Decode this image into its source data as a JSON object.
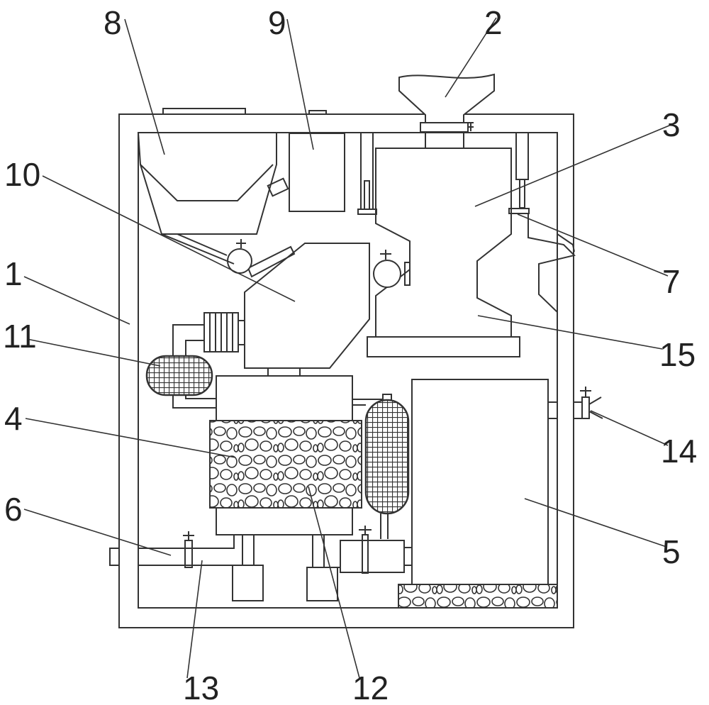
{
  "labels": {
    "l1": "1",
    "l2": "2",
    "l3": "3",
    "l4": "4",
    "l5": "5",
    "l6": "6",
    "l7": "7",
    "l8": "8",
    "l9": "9",
    "l10": "10",
    "l11": "11",
    "l12": "12",
    "l13": "13",
    "l14": "14",
    "l15": "15"
  },
  "colors": {
    "line": "#333333",
    "background": "#ffffff"
  }
}
